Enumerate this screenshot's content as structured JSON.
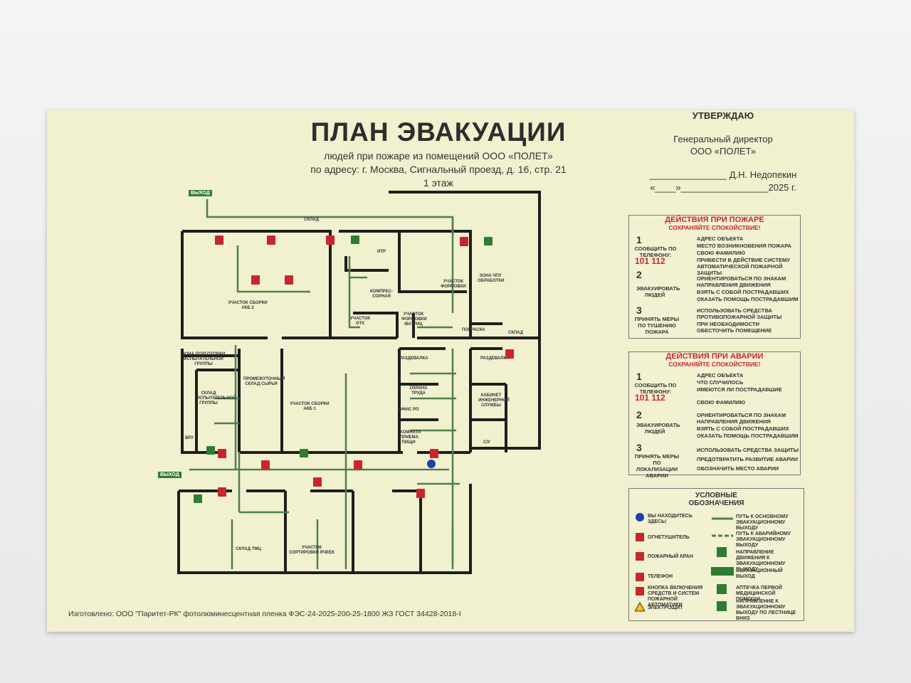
{
  "plan": {
    "title": "ПЛАН ЭВАКУАЦИИ",
    "subtitle_1": "людей при пожаре из помещений ООО «ПОЛЕТ»",
    "subtitle_2": "по адресу: г. Москва, Сигнальный проезд, д. 16, стр. 21",
    "floor": "1 этаж"
  },
  "approval": {
    "title": "УТВЕРЖДАЮ",
    "position": "Генеральный директор",
    "company": "ООО «ПОЛЕТ»",
    "signature": "_______________ Д.Н. Недопекин",
    "date": "«____»_________________2025 г."
  },
  "fire_actions": {
    "title": "ДЕЙСТВИЯ ПРИ ПОЖАРЕ",
    "subtitle": "СОХРАНЯЙТЕ СПОКОЙСТВИЕ!",
    "steps": [
      {
        "num": "1",
        "label": "СООБЩИТЬ ПО ТЕЛЕФОНУ:",
        "phones": "101 112",
        "items": [
          "АДРЕС ОБЪЕКТА",
          "МЕСТО ВОЗНИКНОВЕНИЯ ПОЖАРА",
          "СВОЮ ФАМИЛИЮ",
          "ПРИВЕСТИ В ДЕЙСТВИЕ СИСТЕМУ АВТОМАТИЧЕСКОЙ ПОЖАРНОЙ ЗАЩИТЫ"
        ]
      },
      {
        "num": "2",
        "label": "ЭВАКУИРОВАТЬ ЛЮДЕЙ",
        "items": [
          "ОРИЕНТИРОВАТЬСЯ ПО ЗНАКАМ НАПРАВЛЕНИЯ ДВИЖЕНИЯ",
          "ВЗЯТЬ С СОБОЙ ПОСТРАДАВШИХ",
          "ОКАЗАТЬ ПОМОЩЬ ПОСТРАДАВШИМ"
        ]
      },
      {
        "num": "3",
        "label": "ПРИНЯТЬ МЕРЫ ПО ТУШЕНИЮ ПОЖАРА",
        "items": [
          "ИСПОЛЬЗОВАТЬ СРЕДСТВА ПРОТИВОПОЖАРНОЙ ЗАЩИТЫ",
          "ПРИ НЕОБХОДИМОСТИ ОБЕСТОЧИТЬ ПОМЕЩЕНИЕ"
        ]
      }
    ]
  },
  "accident_actions": {
    "title": "ДЕЙСТВИЯ ПРИ АВАРИИ",
    "subtitle": "СОХРАНЯЙТЕ СПОКОЙСТВИЕ!",
    "steps": [
      {
        "num": "1",
        "label": "СООБЩИТЬ ПО ТЕЛЕФОНУ:",
        "phones": "101 112",
        "items": [
          "АДРЕС ОБЪЕКТА",
          "ЧТО СЛУЧИЛОСЬ",
          "ИМЕЮТСЯ ЛИ ПОСТРАДАВШИЕ",
          "СВОЮ ФАМИЛИЮ"
        ]
      },
      {
        "num": "2",
        "label": "ЭВАКУИРОВАТЬ ЛЮДЕЙ",
        "items": [
          "ОРИЕНТИРОВАТЬСЯ ПО ЗНАКАМ НАПРАВЛЕНИЯ ДВИЖЕНИЯ",
          "ВЗЯТЬ С СОБОЙ ПОСТРАДАВШИХ",
          "ОКАЗАТЬ ПОМОЩЬ ПОСТРАДАВШИМ"
        ]
      },
      {
        "num": "3",
        "label": "ПРИНЯТЬ МЕРЫ ПО ЛОКАЛИЗАЦИИ АВАРИИ",
        "items": [
          "ИСПОЛЬЗОВАТЬ СРЕДСТВА ЗАЩИТЫ",
          "ПРЕДОТВРАТИТЬ РАЗВИТИЕ АВАРИИ",
          "ОБОЗНАЧИТЬ МЕСТО АВАРИИ"
        ]
      }
    ]
  },
  "legend": {
    "title": "УСЛОВНЫЕ ОБОЗНАЧЕНИЯ",
    "left": [
      "ВЫ НАХОДИТЕСЬ ЗДЕСЬ!",
      "ОГНЕТУШИТЕЛЬ",
      "ПОЖАРНЫЙ КРАН",
      "ТЕЛЕФОН",
      "КНОПКА ВКЛЮЧЕНИЯ СРЕДСТВ И СИСТЕМ ПОЖАРНОЙ АВТОМАТИКИ",
      "ЭЛЕКТРОЩИТ"
    ],
    "right": [
      "ПУТЬ К ОСНОВНОМУ ЭВАКУАЦИОННОМУ ВЫХОДУ",
      "ПУТЬ К АВАРИЙНОМУ ЭВАКУАЦИОННОМУ ВЫХОДУ",
      "НАПРАВЛЕНИЕ ДВИЖЕНИЯ К ЭВАКУАЦИОННОМУ ВЫХОДУ",
      "ЭВАКУАЦИОННЫЙ ВЫХОД",
      "АПТЕЧКА ПЕРВОЙ МЕДИЦИНСКОЙ ПОМОЩИ",
      "НАПРАВЛЕНИЕ К ЭВАКУАЦИОННОМУ ВЫХОДУ ПО ЛЕСТНИЦЕ ВНИЗ"
    ],
    "exit_sign": "ВЫХОД"
  },
  "rooms": {
    "sklad_top": "СКЛАД",
    "itr": "ИТР",
    "kompres": "КОМПРЕС- СОРНАЯ",
    "uch_formovki": "УЧАСТОК ФОРМОВКИ",
    "zona_chpu": "ЗОНА ЧПУ ОБРАБОТКИ",
    "uch_sborki2": "УЧАСТОК СБОРКИ АКБ 2",
    "uch_otk": "УЧАСТОК ОТК",
    "uch_form_matr": "УЧАСТОК ФОРМОВКИ МАТРИЦ",
    "pokraska": "ПОКРАСКА",
    "sklad_right": "СКЛАД",
    "zona_podg": "ЗОНА ПОДГОТОВКИ ИСПЫТАТЕЛЬНОЙ ГРУППЫ",
    "sklad_isp": "СКЛАД ИСПЫТАТЕЛЬНОЙ ГРУППЫ",
    "prom_sklad": "ПРОМЕЖУТОЧНЫЙ СКЛАД СЫРЬЯ",
    "uch_sborki1": "УЧАСТОК СБОРКИ АКБ 1",
    "razdevalka1": "РАЗДЕВАЛКА",
    "razdevalka2": "РАЗДЕВАЛКА",
    "ohrana": "ОХРАНА ТРУДА",
    "ofis_rp": "ОФИС РП",
    "komnata": "КОМНАТА ПРИЕМА ПИЩИ",
    "kabinet": "КАБИНЕТ ИНЖЕНЕРНОЙ СЛУЖБЫ",
    "su": "С/У",
    "vru": "ВРУ",
    "sklad_tmc": "СКЛАД ТМЦ",
    "uch_sort": "УЧАСТОК СОРТИРОВКИ ЯЧЕЕК"
  },
  "footer": "Изготовлено: ООО \"Паритет-РК\" фотолюминесцентная пленка ФЭС-24-2025-200-25-1800 ЖЗ ГОСТ 34428-2018-I",
  "colors": {
    "sheet": "#f1f0cf",
    "route": "#4f7f4a",
    "exit": "#2e7d32",
    "fire": "#c8262e",
    "you_are_here": "#1f3fa8"
  }
}
